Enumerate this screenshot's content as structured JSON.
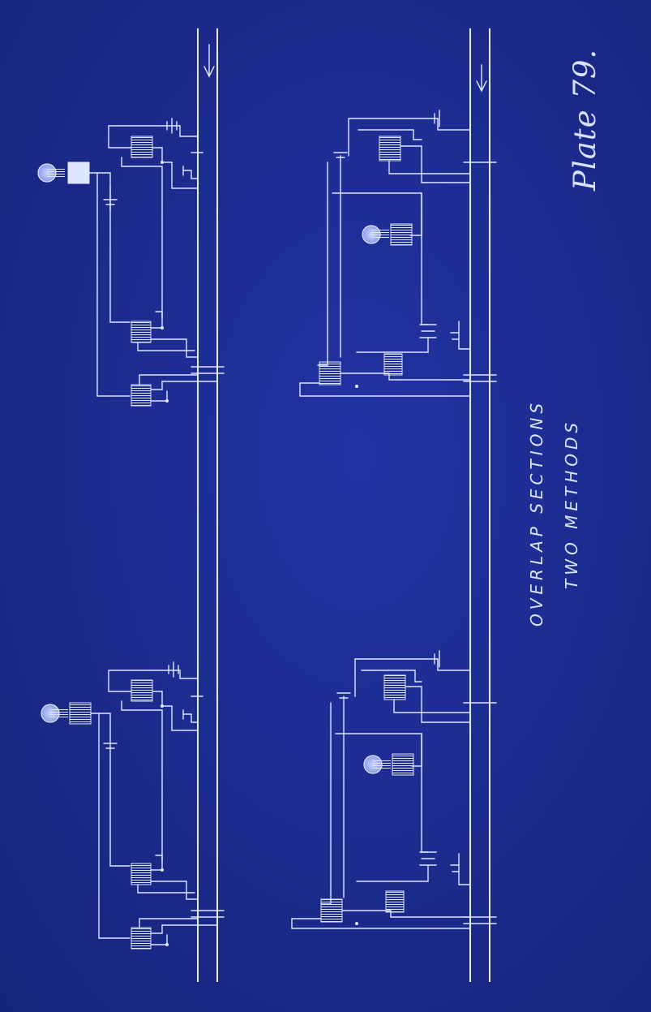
{
  "plate_label": "Plate 79.",
  "caption_line1": "OVERLAP SECTIONS",
  "caption_line2": "TWO METHODS",
  "colors": {
    "paper": "#1d2c8e",
    "ink": "#dfe6ff"
  }
}
